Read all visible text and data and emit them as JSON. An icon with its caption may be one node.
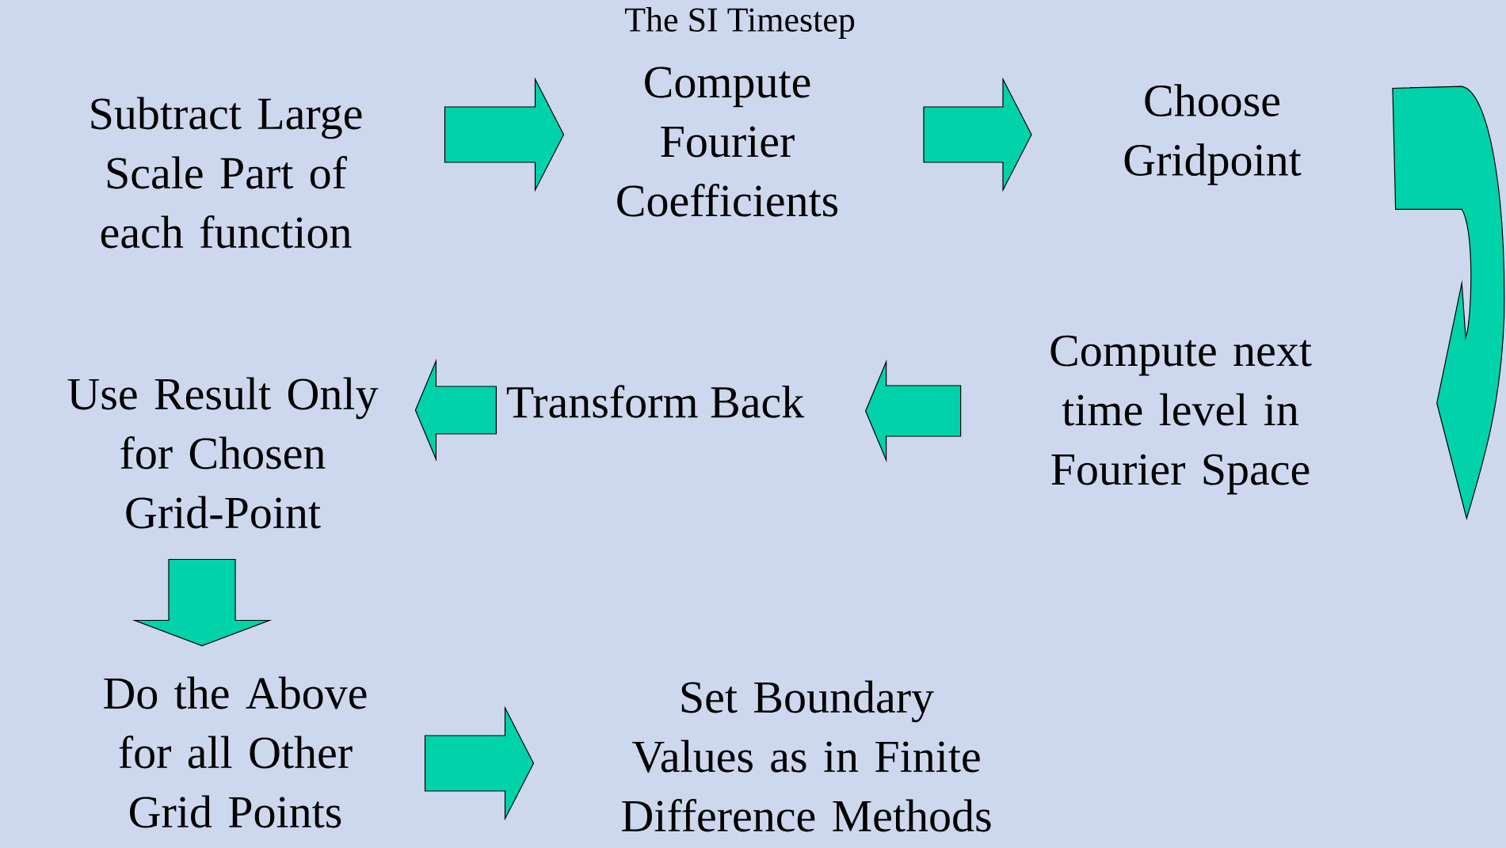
{
  "diagram": {
    "title": "The SI Timestep",
    "nodes": [
      {
        "text": [
          "Subtract Large Scale Part of each function"
        ]
      },
      {
        "text": [
          "Compute Fourier Coefficients"
        ]
      },
      {
        "text": [
          "Choose Gridpoint"
        ]
      },
      {
        "text": [
          "Compute next time level in Fourier Space"
        ]
      },
      {
        "text": [
          "Transform Back"
        ]
      },
      {
        "text": [
          "Use Result Only for Chosen Grid-Point"
        ]
      },
      {
        "text": [
          "Do the Above for all Other Grid Points"
        ]
      },
      {
        "text": [
          "Set Boundary Values as in Finite Difference Methods"
        ]
      }
    ],
    "edges": [
      {
        "from": 0,
        "to": 1,
        "arrow": "to"
      },
      {
        "from": 1,
        "to": 2,
        "arrow": "to"
      },
      {
        "from": 2,
        "to": 3,
        "arrow": "to"
      },
      {
        "from": 3,
        "to": 4,
        "arrow": "to"
      },
      {
        "from": 4,
        "to": 5,
        "arrow": "to"
      },
      {
        "from": 5,
        "to": 6,
        "arrow": "to"
      },
      {
        "from": 6,
        "to": 7,
        "arrow": "to"
      }
    ]
  }
}
